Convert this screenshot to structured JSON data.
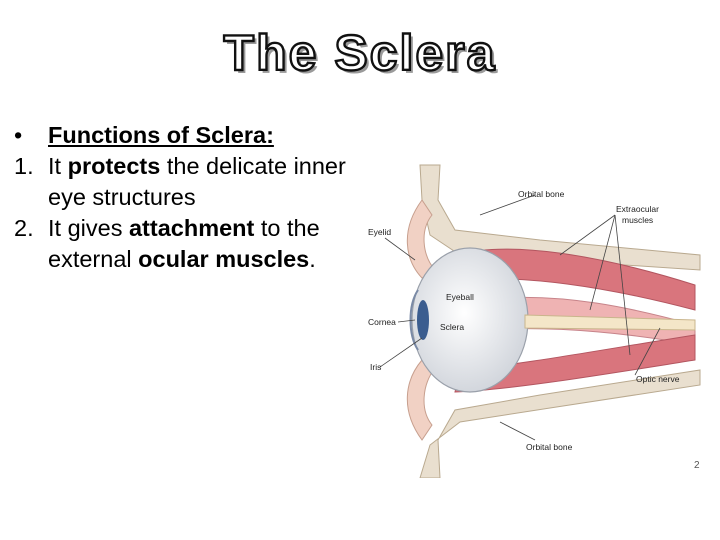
{
  "slide": {
    "title": "The Sclera",
    "heading": "Functions of Sclera:",
    "bullet_symbol": "•",
    "items": [
      {
        "number": "1.",
        "parts": [
          {
            "text": "It ",
            "bold": false
          },
          {
            "text": "protects",
            "bold": true
          },
          {
            "text": " the delicate inner eye structures",
            "bold": false
          }
        ]
      },
      {
        "number": "2.",
        "parts": [
          {
            "text": "It gives ",
            "bold": false
          },
          {
            "text": "attachment",
            "bold": true
          },
          {
            "text": " to the external ",
            "bold": false
          },
          {
            "text": "ocular muscles",
            "bold": true
          },
          {
            "text": ".",
            "bold": false
          }
        ]
      }
    ]
  },
  "figure": {
    "labels": {
      "orbital_bone_top": "Orbital bone",
      "extraocular_line1": "Extraocular",
      "extraocular_line2": "muscles",
      "eyelid": "Eyelid",
      "eyeball": "Eyeball",
      "cornea": "Cornea",
      "sclera": "Sclera",
      "iris": "Iris",
      "optic_nerve": "Optic nerve",
      "orbital_bone_bottom": "Orbital bone"
    },
    "colors": {
      "bone": "#e9dfcf",
      "muscle": "#d9757d",
      "muscle_light": "#efb3b3",
      "sclera": "#f2f2f4",
      "iris": "#3b5d8f"
    }
  },
  "corner_mark": "2"
}
